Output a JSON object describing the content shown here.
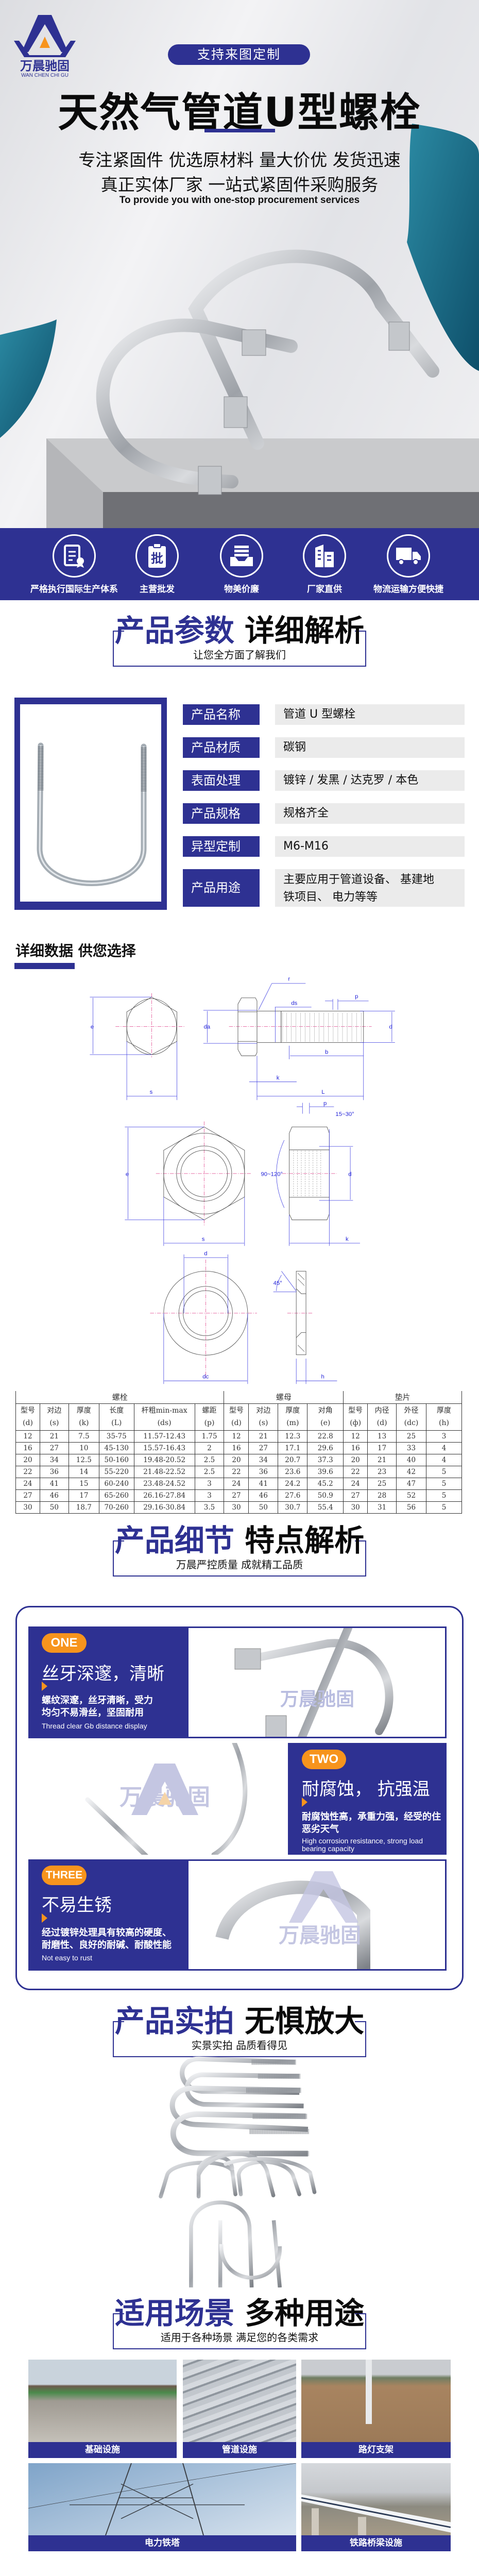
{
  "colors": {
    "brand": "#2e3192",
    "accent": "#f7941d",
    "value_bg": "#ebebeb"
  },
  "logo": {
    "cn": "万晨驰固",
    "en": "WAN CHEN CHI GU"
  },
  "hero": {
    "badge": "支持来图定制",
    "title": "天然气管道U型螺栓",
    "line1": "专注紧固件 优选原材料 量大价优 发货迅速",
    "line2": "真正实体厂家 一站式紧固件采购服务",
    "english": "To provide you with one-stop procurement services"
  },
  "features_band": [
    {
      "icon": "certificate-icon",
      "label": "严格执行国际生产体系"
    },
    {
      "icon": "clipboard-wholesale-icon",
      "label": "主营批发"
    },
    {
      "icon": "inbox-tray-icon",
      "label": "物美价廉"
    },
    {
      "icon": "factory-building-icon",
      "label": "厂家直供"
    },
    {
      "icon": "truck-icon",
      "label": "物流运输方便快捷"
    }
  ],
  "params_section": {
    "title_blue": "产品参数",
    "title_black": "详细解析",
    "subtitle": "让您全方面了解我们"
  },
  "params": [
    {
      "label": "产品名称",
      "value": "管道 U 型螺栓"
    },
    {
      "label": "产品材质",
      "value": "碳钢"
    },
    {
      "label": "表面处理",
      "value": "镀锌 / 发黑 / 达克罗 / 本色"
    },
    {
      "label": "产品规格",
      "value": "规格齐全"
    },
    {
      "label": "异型定制",
      "value": "M6-M16"
    },
    {
      "label": "产品用途",
      "value": "主要应用于管道设备、 基建地铁项目、 电力等等"
    }
  ],
  "detail_data": {
    "title": "详细数据 供您选择"
  },
  "drawing_labels": {
    "r": "r",
    "ds": "ds",
    "p": "p",
    "e": "e",
    "da": "da",
    "d": "d",
    "b": "b",
    "k": "k",
    "s": "s",
    "L": "L",
    "angle1": "15~30°",
    "angle2": "90~120°",
    "angle3": "45°",
    "dc": "dc",
    "h": "h"
  },
  "spec_table": {
    "groups": [
      "螺栓",
      "螺母",
      "垫片"
    ],
    "headers": [
      [
        "型号",
        "(d)"
      ],
      [
        "对边",
        "(s)"
      ],
      [
        "厚度",
        "(k)"
      ],
      [
        "长度",
        "(L)"
      ],
      [
        "杆粗min-max",
        "(ds)"
      ],
      [
        "螺距",
        "(p)"
      ],
      [
        "型号",
        "(d)"
      ],
      [
        "对边",
        "(s)"
      ],
      [
        "厚度",
        "(m)"
      ],
      [
        "对角",
        "(e)"
      ],
      [
        "型号",
        "(ф)"
      ],
      [
        "内径",
        "(d)"
      ],
      [
        "外径",
        "(dc)"
      ],
      [
        "厚度",
        "(h)"
      ]
    ],
    "rows": [
      [
        "12",
        "21",
        "7.5",
        "35-75",
        "11.57-12.43",
        "1.75",
        "12",
        "21",
        "12.3",
        "22.8",
        "12",
        "13",
        "25",
        "3"
      ],
      [
        "16",
        "27",
        "10",
        "45-130",
        "15.57-16.43",
        "2",
        "16",
        "27",
        "17.1",
        "29.6",
        "16",
        "17",
        "33",
        "4"
      ],
      [
        "20",
        "34",
        "12.5",
        "50-160",
        "19.48-20.52",
        "2.5",
        "20",
        "34",
        "20.7",
        "37.3",
        "20",
        "21",
        "40",
        "4"
      ],
      [
        "22",
        "36",
        "14",
        "55-220",
        "21.48-22.52",
        "2.5",
        "22",
        "36",
        "23.6",
        "39.6",
        "22",
        "23",
        "42",
        "5"
      ],
      [
        "24",
        "41",
        "15",
        "60-240",
        "23.48-24.52",
        "3",
        "24",
        "41",
        "24.2",
        "45.2",
        "24",
        "25",
        "47",
        "5"
      ],
      [
        "27",
        "46",
        "17",
        "65-260",
        "26.16-27.84",
        "3",
        "27",
        "46",
        "27.6",
        "50.9",
        "27",
        "28",
        "52",
        "5"
      ],
      [
        "30",
        "50",
        "18.7",
        "70-260",
        "29.16-30.84",
        "3.5",
        "30",
        "50",
        "30.7",
        "55.4",
        "30",
        "31",
        "56",
        "5"
      ]
    ]
  },
  "details_section": {
    "title_blue": "产品细节",
    "title_black": "特点解析",
    "subtitle": "万晨严控质量 成就精工品质"
  },
  "features": [
    {
      "badge": "ONE",
      "title": "丝牙深邃，清晰",
      "desc": "螺纹深邃，丝牙清晰，受力均匀不易滑丝，坚固耐用",
      "english": "Thread clear Gb distance display"
    },
    {
      "badge": "TWO",
      "title": "耐腐蚀，  抗强温",
      "desc": "耐腐蚀性高，承重力强，经受的住恶劣天气",
      "english": "High corrosion resistance, strong load bearing capacity"
    },
    {
      "badge": "THREE",
      "title": "不易生锈",
      "desc": "经过镀锌处理具有较高的硬度、耐磨性、良好的耐碱、耐酸性能",
      "english": "Not easy to rust"
    }
  ],
  "photos_section": {
    "title_blue": "产品实拍",
    "title_black": "无惧放大",
    "subtitle": "实景实拍 品质看得见"
  },
  "scenes_section": {
    "title_blue": "适用场景",
    "title_black": "多种用途",
    "subtitle": "适用于各种场景 满足您的各类需求"
  },
  "scenes": [
    {
      "label": "基础设施"
    },
    {
      "label": "管道设施"
    },
    {
      "label": "路灯支架"
    },
    {
      "label": "电力铁塔"
    },
    {
      "label": "铁路桥梁设施"
    }
  ]
}
